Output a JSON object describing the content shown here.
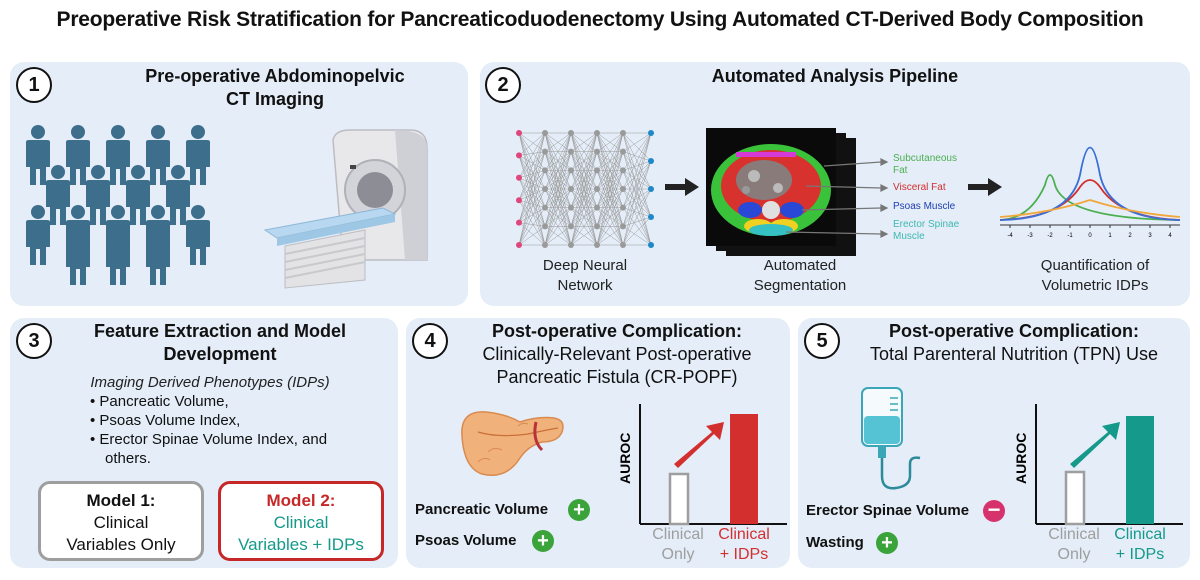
{
  "title": "Preoperative Risk Stratification for Pancreaticoduodenectomy Using Automated CT-Derived Body Composition",
  "panel1": {
    "num": "1",
    "title_l1": "Pre-operative Abdominopelvic",
    "title_l2": "CT Imaging"
  },
  "panel2": {
    "num": "2",
    "title": "Automated Analysis Pipeline",
    "dnn_l1": "Deep Neural",
    "dnn_l2": "Network",
    "seg_l1": "Automated",
    "seg_l2": "Segmentation",
    "quant_l1": "Quantification of",
    "quant_l2": "Volumetric IDPs",
    "seg_labels": [
      {
        "l1": "Subcutaneous",
        "l2": "Fat",
        "color": "#4caf50"
      },
      {
        "l1": "Visceral Fat",
        "l2": "",
        "color": "#d32f2f"
      },
      {
        "l1": "Psoas Muscle",
        "l2": "",
        "color": "#1e3fb0"
      },
      {
        "l1": "Erector Spinae",
        "l2": "Muscle",
        "color": "#3fb8b0"
      }
    ],
    "axis_ticks": [
      "-4",
      "-3",
      "-2",
      "-1",
      "0",
      "1",
      "2",
      "3",
      "4"
    ]
  },
  "panel3": {
    "num": "3",
    "title_l1": "Feature Extraction and Model",
    "title_l2": "Development",
    "idp_heading": "Imaging Derived Phenotypes (IDPs)",
    "bullets": [
      "Pancreatic Volume,",
      "Psoas Volume Index,",
      "Erector Spinae Volume Index, and",
      "others."
    ],
    "model1": {
      "l1": "Model 1:",
      "l2": "Clinical",
      "l3": "Variables Only"
    },
    "model2": {
      "l1": "Model 2:",
      "l2": "Clinical",
      "l3": "Variables + IDPs"
    }
  },
  "panel4": {
    "num": "4",
    "title": "Post-operative Complication:",
    "sub_l1": "Clinically-Relevant Post-operative",
    "sub_l2": "Pancreatic Fistula (CR-POPF)",
    "features": [
      "Pancreatic Volume",
      "Psoas Volume"
    ],
    "ylabel": "AUROC",
    "bar1_l1": "Clinical",
    "bar1_l2": "Only",
    "bar2_l1": "Clinical",
    "bar2_l2": "+ IDPs",
    "accent": "#d32f2f"
  },
  "panel5": {
    "num": "5",
    "title": "Post-operative Complication:",
    "sub": "Total Parenteral Nutrition (TPN) Use",
    "features": [
      "Erector Spinae Volume",
      "Wasting"
    ],
    "ylabel": "AUROC",
    "bar1_l1": "Clinical",
    "bar1_l2": "Only",
    "bar2_l1": "Clinical",
    "bar2_l2": "+ IDPs",
    "accent": "#14998a"
  },
  "colors": {
    "panel_bg": "#e4edf8",
    "people": "#3d6e8c",
    "model1_border": "#9e9e9e",
    "model2_border": "#c62828",
    "model2_text": "#14998a"
  }
}
